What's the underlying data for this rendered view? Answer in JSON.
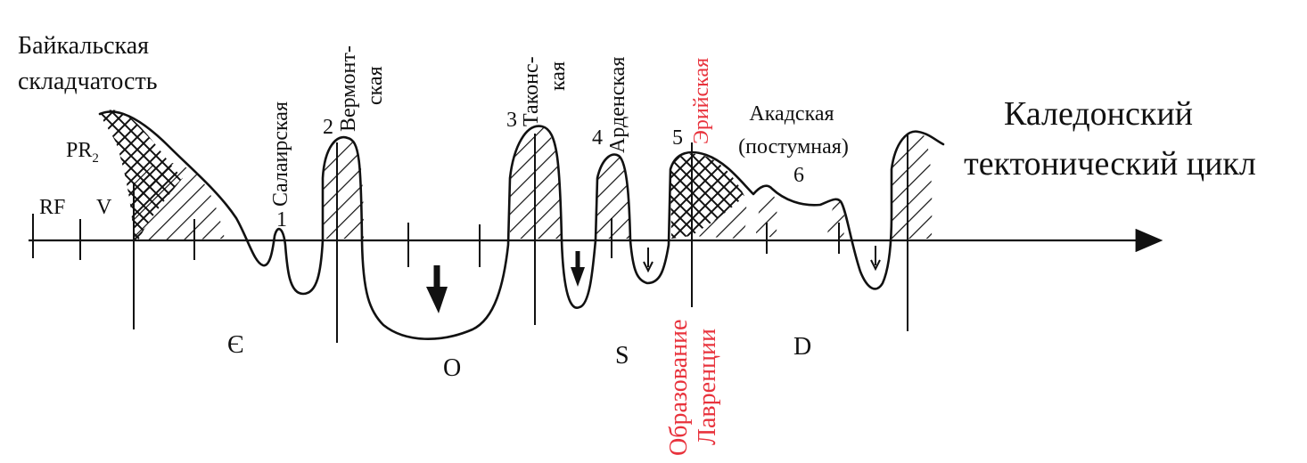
{
  "title": {
    "line1": "Каледонский",
    "line2": "тектонический цикл"
  },
  "baikal": {
    "line1": "Байкальская",
    "line2": "складчатость"
  },
  "periods": {
    "pr2_main": "PR",
    "pr2_sub": "2",
    "rf": "RF",
    "v": "V",
    "cambrian": "Є",
    "ordovician": "O",
    "silurian": "S",
    "devonian": "D"
  },
  "phases": {
    "salair": {
      "num": "1",
      "label": "Салаирская"
    },
    "vermont": {
      "num": "2",
      "label_a": "Вермонт-",
      "label_b": "ская"
    },
    "takon": {
      "num": "3",
      "label_a": "Таконс-",
      "label_b": "кая"
    },
    "arden": {
      "num": "4",
      "label": "Арденская"
    },
    "erie": {
      "num": "5",
      "label": "Эрийская"
    },
    "acad": {
      "num": "6",
      "label_a": "Акадская",
      "label_b": "(постумная)"
    }
  },
  "laurentia": {
    "line1": "Образование",
    "line2": "Лавренции"
  },
  "colors": {
    "ink": "#111111",
    "accent_red": "#e8323c"
  }
}
